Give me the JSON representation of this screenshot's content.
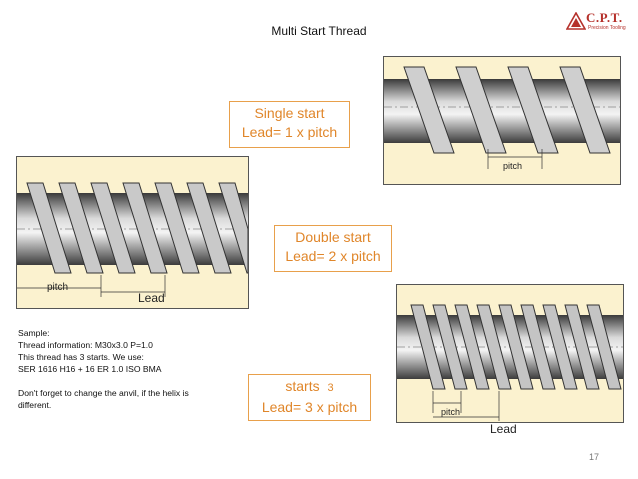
{
  "slide": {
    "title": "Multi Start Thread",
    "page_number": "17"
  },
  "logo": {
    "brand": "C.P.T.",
    "tagline": "Precision Tooling",
    "accent_color": "#b5312b"
  },
  "callouts": {
    "single": {
      "line1": "Single start",
      "line2": "Lead= 1 x pitch"
    },
    "double": {
      "line1": "Double start",
      "line2": "Lead= 2 x pitch"
    },
    "triple": {
      "line1": "starts",
      "line1_num": "3",
      "line2": "Lead= 3 x pitch"
    }
  },
  "photos": {
    "single": {
      "pitch_label": "pitch"
    },
    "double": {
      "pitch_label": "pitch",
      "lead_label": "Lead"
    },
    "triple": {
      "pitch_label": "pitch",
      "lead_label": "Lead"
    }
  },
  "notes": {
    "lines": [
      "Sample:",
      "Thread information:  M30x3.0 P=1.0",
      "This thread has 3 starts. We use:",
      "SER 1616 H16 + 16 ER 1.0 ISO BMA",
      "",
      "Don't forget to change the anvil, if the helix is",
      "different."
    ]
  },
  "colors": {
    "callout_border": "#e8a04b",
    "callout_text": "#e0862a",
    "photo_background": "#fbf2cf"
  }
}
